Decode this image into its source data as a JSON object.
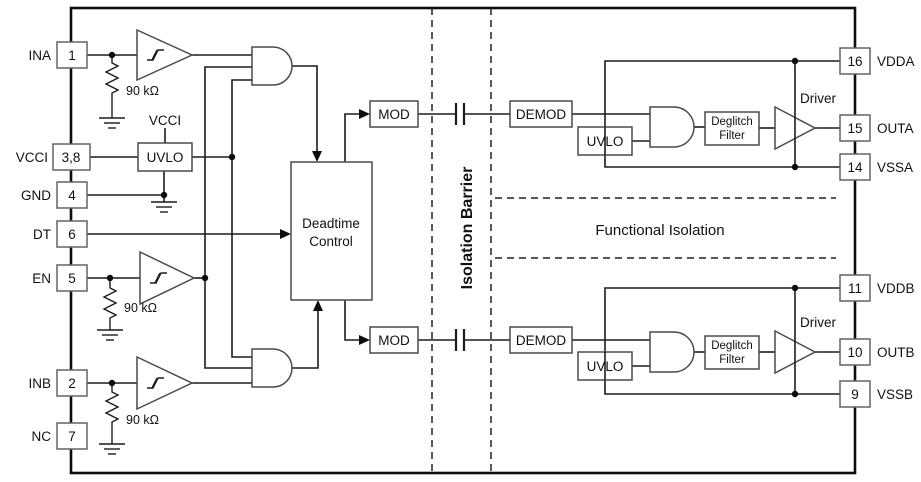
{
  "diagram": {
    "pins_left": [
      {
        "label": "INA",
        "number": "1"
      },
      {
        "label": "VCCI",
        "number": "3,8"
      },
      {
        "label": "GND",
        "number": "4"
      },
      {
        "label": "DT",
        "number": "6"
      },
      {
        "label": "EN",
        "number": "5"
      },
      {
        "label": "INB",
        "number": "2"
      },
      {
        "label": "NC",
        "number": "7"
      }
    ],
    "pins_right": [
      {
        "label": "VDDA",
        "number": "16"
      },
      {
        "label": "OUTA",
        "number": "15"
      },
      {
        "label": "VSSA",
        "number": "14"
      },
      {
        "label": "VDDB",
        "number": "11"
      },
      {
        "label": "OUTB",
        "number": "10"
      },
      {
        "label": "VSSB",
        "number": "9"
      }
    ],
    "labels": {
      "isolation_barrier": "Isolation Barrier",
      "functional_isolation": "Functional Isolation",
      "vcci_net": "VCCI",
      "resistor_value": "90 kΩ",
      "driver": "Driver"
    },
    "blocks": {
      "uvlo": "UVLO",
      "deadtime_line1": "Deadtime",
      "deadtime_line2": "Control",
      "mod": "MOD",
      "demod": "DEMOD",
      "deglitch_line1": "Deglitch",
      "deglitch_line2": "Filter"
    },
    "colors": {
      "wire": "#1c1c1c",
      "block_border": "#4a4a4a",
      "background": "#ffffff"
    }
  }
}
